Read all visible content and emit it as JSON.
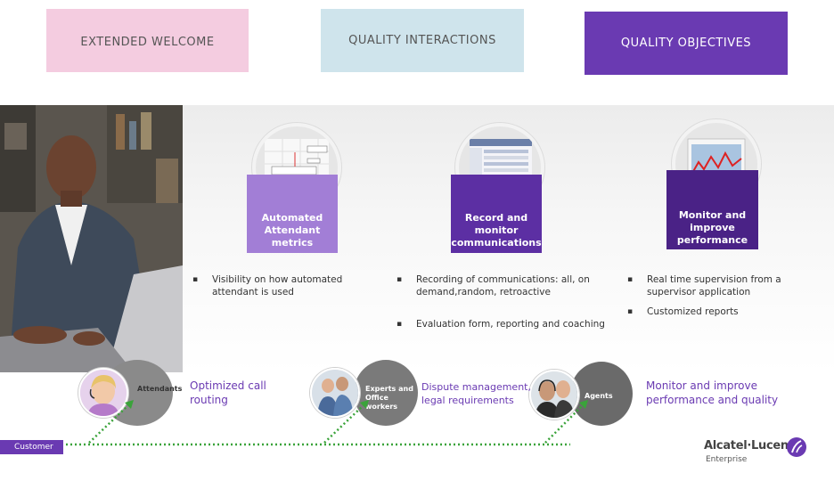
{
  "headers": [
    {
      "label": "EXTENDED WELCOME",
      "bg": "#f4cce0",
      "color": "#555555"
    },
    {
      "label": "QUALITY INTERACTIONS",
      "bg": "#cfe4ec",
      "color": "#555555"
    },
    {
      "label": "QUALITY OBJECTIVES",
      "bg": "#6a3ab2",
      "color": "#ffffff"
    }
  ],
  "columns": [
    {
      "card_title": "Automated Attendant metrics",
      "card_color": "#a27ed6",
      "bullets": [
        "Visibility on how automated attendant is used"
      ]
    },
    {
      "card_title": "Record and monitor communications",
      "card_color": "#5c2fa3",
      "bullets": [
        "Recording of communications: all, on demand,random, retroactive",
        "Evaluation form, reporting and coaching"
      ]
    },
    {
      "card_title": "Monitor and improve performance",
      "card_color": "#4a2286",
      "bullets": [
        "Real time supervision from a supervisor application",
        "Customized reports"
      ]
    }
  ],
  "flow": {
    "attendants_label": "Attendants",
    "experts_label": "Experts and Office workers",
    "agents_label": "Agents",
    "customer_label": "Customer",
    "outcome1": "Optimized call routing",
    "outcome2": "Dispute management, legal requirements",
    "outcome3": "Monitor and improve performance and quality",
    "arrow_color": "#3aa33a",
    "accent_purple": "#6a3ab2"
  },
  "logo": {
    "brand": "Alcatel·Lucent",
    "sub": "Enterprise"
  }
}
